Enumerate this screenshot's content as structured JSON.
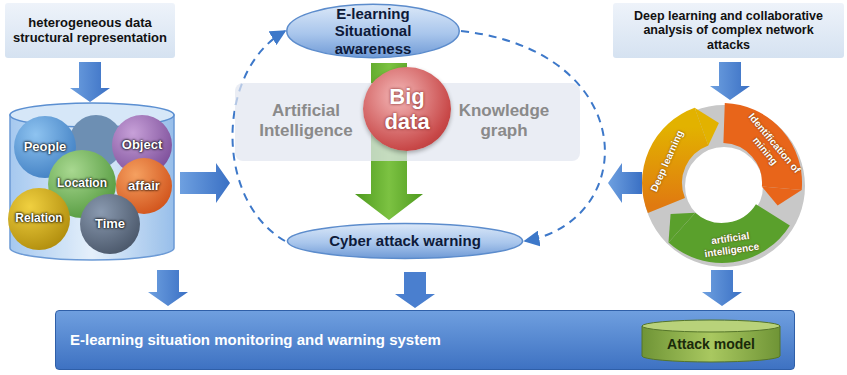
{
  "diagram": {
    "nodes": [
      {
        "text": [
          "heterogeneous data structural representation"
        ]
      },
      {
        "text": [
          "E-learning Situational awareness"
        ]
      },
      {
        "text": [
          "Deep learning and collaborative analysis of complex network attacks"
        ]
      },
      {
        "text": [
          "People"
        ]
      },
      {
        "text": [
          "Object"
        ]
      },
      {
        "text": [
          "Location"
        ]
      },
      {
        "text": [
          "affair"
        ]
      },
      {
        "text": [
          "Relation"
        ]
      },
      {
        "text": [
          "Time"
        ]
      },
      {
        "text": [
          "Artificial Intelligence",
          "Knowledge graph"
        ]
      },
      {
        "text": [
          "Big data"
        ],
        "in": 9
      },
      {
        "text": [
          "Cyber attack warning"
        ]
      },
      {
        "text": [
          "Deep learning"
        ]
      },
      {
        "text": [
          "Identification of mining"
        ]
      },
      {
        "text": [
          "artificial intelligence"
        ]
      },
      {
        "text": [
          "E-learning situation monitoring and warning system"
        ]
      },
      {
        "text": [
          "Attack model"
        ],
        "in": 15
      }
    ],
    "edges": [
      {
        "from": 1,
        "to": 11,
        "arrow": "to"
      },
      {
        "from": 11,
        "to": 1,
        "arrow": "to"
      },
      {
        "from": 1,
        "to": 11,
        "arrow": "to"
      },
      {
        "from": 11,
        "to": 15,
        "arrow": "to"
      }
    ]
  }
}
